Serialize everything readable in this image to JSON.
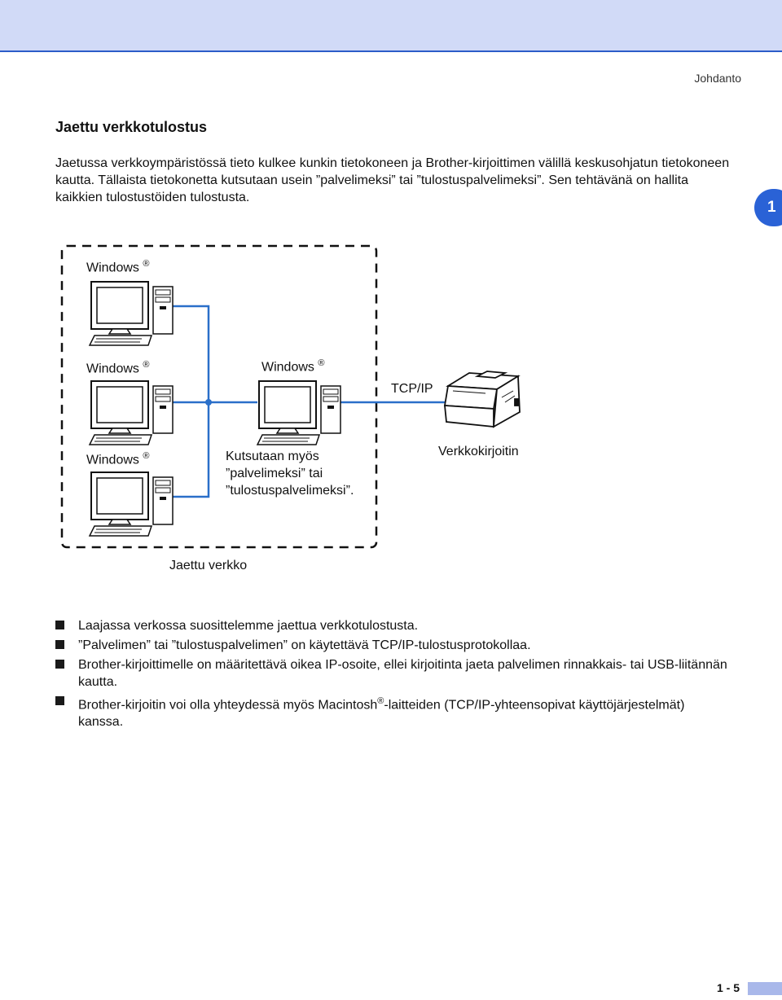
{
  "header": {
    "running_title": "Johdanto"
  },
  "chapter_tab": "1",
  "section": {
    "heading": "Jaettu verkkotulostus",
    "intro": "Jaetussa verkkoympäristössä tieto kulkee kunkin tietokoneen ja Brother-kirjoittimen välillä keskusohjatun tietokoneen kautta. Tällaista tietokonetta kutsutaan usein ”palvelimeksi” tai ”tulostuspalvelimeksi”. Sen tehtävänä on hallita kaikkien tulostustöiden tulostusta."
  },
  "diagram": {
    "client1_label": "Windows",
    "client2_label": "Windows",
    "client3_label": "Windows",
    "server_label": "Windows",
    "registered_mark": "®",
    "server_note": "Kutsutaan myös ”palvelimeksi” tai ”tulostuspalvelimeksi”.",
    "protocol_label": "TCP/IP",
    "printer_label": "Verkkokirjoitin",
    "network_label": "Jaettu verkko",
    "line_color": "#2a6fc9"
  },
  "bullets": [
    {
      "text": "Laajassa verkossa suosittelemme jaettua verkkotulostusta."
    },
    {
      "text": "”Palvelimen” tai ”tulostuspalvelimen” on käytettävä TCP/IP-tulostusprotokollaa."
    },
    {
      "text": "Brother-kirjoittimelle on määritettävä oikea IP-osoite, ellei kirjoitinta jaeta palvelimen rinnakkais- tai USB-liitännän kautta."
    },
    {
      "text_before": "Brother-kirjoitin voi olla yhteydessä myös Macintosh",
      "sup": "®",
      "text_after": "-laitteiden (TCP/IP-yhteensopivat käyttöjärjestelmät) kanssa."
    }
  ],
  "footer": {
    "page_number": "1 - 5"
  }
}
